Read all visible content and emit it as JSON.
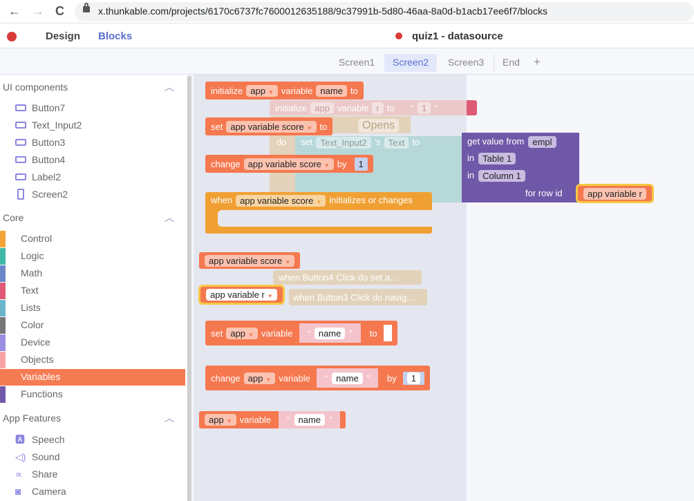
{
  "browser": {
    "url": "x.thunkable.com/projects/6170c6737fc7600012635188/9c37991b-5d80-46aa-8a0d-b1acb17ee6f7/blocks",
    "back": "←",
    "forward": "→",
    "reload": "C"
  },
  "header": {
    "tabs": [
      "Design",
      "Blocks"
    ],
    "project": "quiz1 - datasource"
  },
  "screens": [
    "Screen1",
    "Screen2",
    "Screen3",
    "End",
    "+"
  ],
  "sidebar": {
    "ui_title": "UI components",
    "ui_items": [
      "Button7",
      "Text_Input2",
      "Button3",
      "Button4",
      "Label2",
      "Screen2"
    ],
    "core_title": "Core",
    "core_items": [
      {
        "label": "Control",
        "color": "#f3a53a"
      },
      {
        "label": "Logic",
        "color": "#3fb8a8"
      },
      {
        "label": "Math",
        "color": "#6b87c9"
      },
      {
        "label": "Text",
        "color": "#e05a77"
      },
      {
        "label": "Lists",
        "color": "#6db5cc"
      },
      {
        "label": "Color",
        "color": "#777777"
      },
      {
        "label": "Device",
        "color": "#9a8ee0"
      },
      {
        "label": "Objects",
        "color": "#f7a3a3"
      },
      {
        "label": "Variables",
        "color": "#f57b52"
      },
      {
        "label": "Functions",
        "color": "#7059a8"
      }
    ],
    "features_title": "App Features",
    "features_items": [
      "Speech",
      "Sound",
      "Share",
      "Camera"
    ]
  },
  "workspace": {
    "init_r": {
      "w1": "initialize",
      "f1": "app",
      "w2": "variable",
      "f2": "r",
      "w3": "to",
      "str": "1"
    },
    "event": {
      "f1": "Opens",
      "do": "do",
      "set": "set",
      "comp": "Text_Input2",
      "s": "'s",
      "prop": "Text",
      "to": "to"
    },
    "get": {
      "w1": "get value from",
      "src": "empl",
      "in": "in",
      "table": "Table 1",
      "col": "Column 1",
      "row": "for row id",
      "var": "app variable r"
    },
    "collapsed": [
      "when Button4 Click do set a...",
      "when Button3 Click do navig..."
    ]
  },
  "flyout": {
    "b1": {
      "w1": "initialize",
      "f1": "app",
      "w2": "variable",
      "f2": "name",
      "w3": "to"
    },
    "b2": {
      "w1": "set",
      "f1": "app variable score",
      "w2": "to"
    },
    "b3": {
      "w1": "change",
      "f1": "app variable score",
      "w2": "by",
      "num": "1"
    },
    "b4": {
      "w1": "when",
      "f1": "app variable score",
      "w2": "initializes or changes"
    },
    "b5": "app variable score",
    "b6": "app variable r",
    "b7": {
      "w1": "set",
      "f1": "app",
      "w2": "variable",
      "str": "name",
      "w3": "to"
    },
    "b8": {
      "w1": "change",
      "f1": "app",
      "w2": "variable",
      "str": "name",
      "w3": "by",
      "num": "1"
    },
    "b9": {
      "f1": "app",
      "w2": "variable",
      "str": "name"
    },
    "q_open": "“",
    "q_close": "”",
    "dd": "▼"
  }
}
